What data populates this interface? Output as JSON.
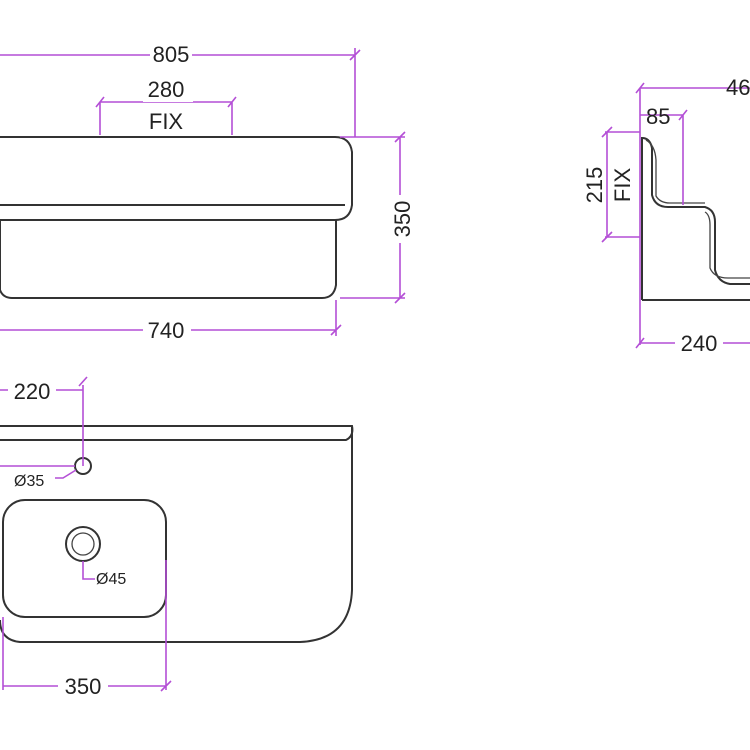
{
  "front_view": {
    "overall_width": "805",
    "fix_distance": "280",
    "fix_label": "FIX",
    "height": "350",
    "bottom_width": "740"
  },
  "side_view": {
    "depth": "46",
    "top_offset": "85",
    "fix_height": "215",
    "fix_label": "FIX",
    "base_depth": "240"
  },
  "top_view": {
    "tap_offset": "220",
    "tap_hole": "Ø35",
    "drain": "Ø45",
    "basin_width": "350"
  },
  "colors": {
    "dimension": "#b44fd6",
    "outline": "#333333"
  }
}
